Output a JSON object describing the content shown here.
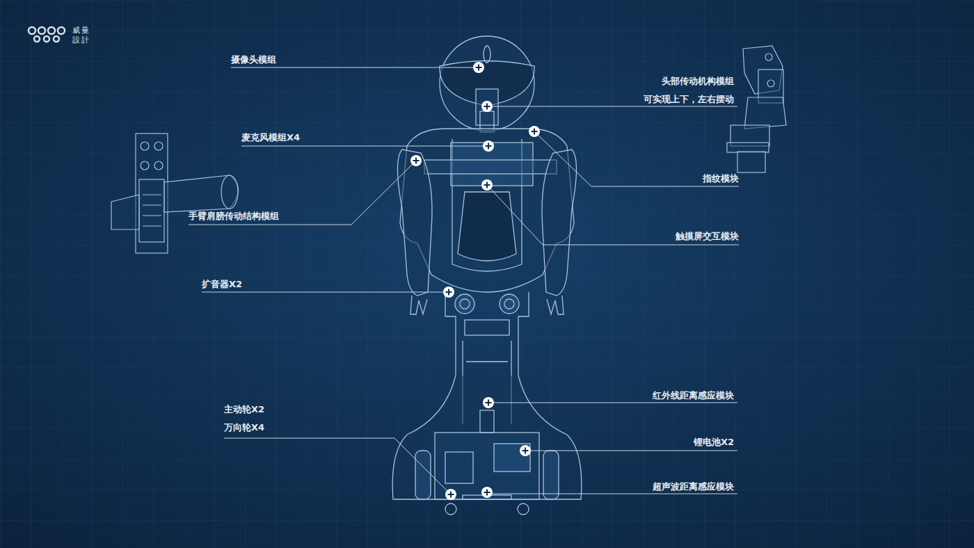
{
  "diagram": {
    "labels": [
      "威曼",
      "設計",
      "摄像头模组",
      "头部传动机构模组",
      "可实现上下，左右摆动",
      "麦克风模组X4",
      "指纹模块",
      "手臂肩膀传动结构模组",
      "触摸屏交互模块",
      "扩音器X2",
      "主动轮X2",
      "万向轮X4",
      "红外线距离感应模块",
      "锂电池X2",
      "超声波距离感应模块"
    ]
  }
}
